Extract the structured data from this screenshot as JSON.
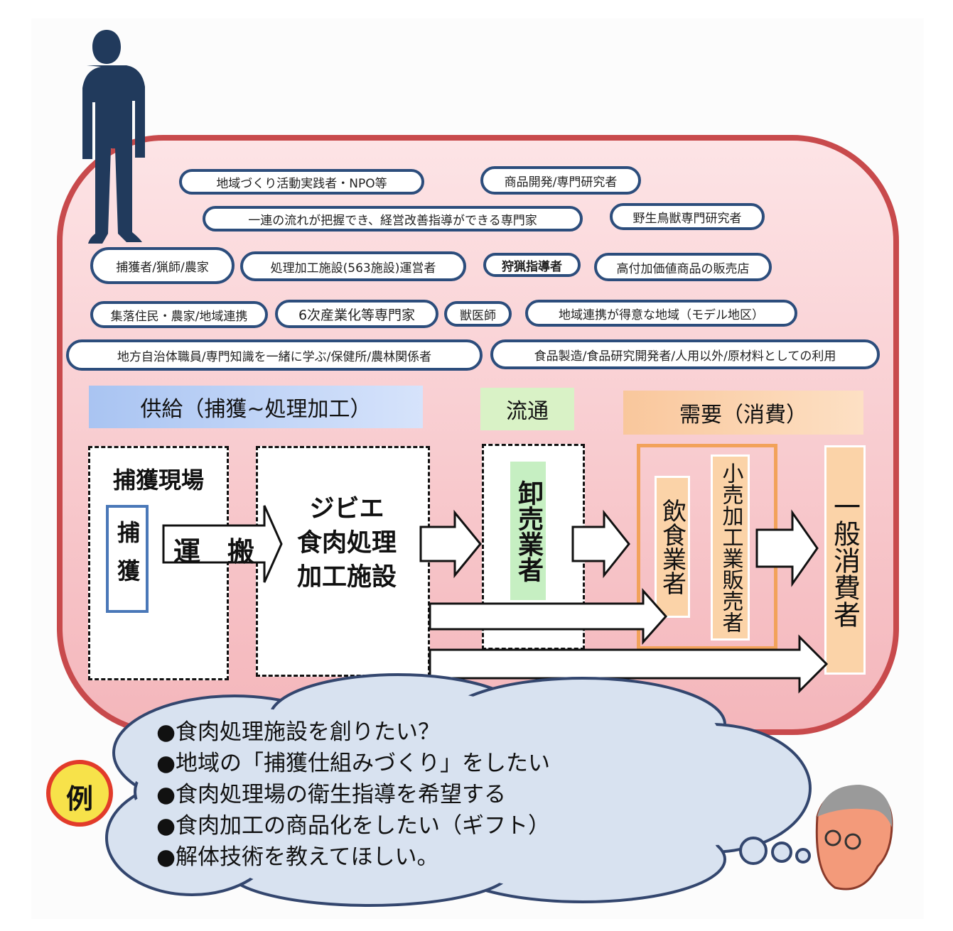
{
  "roles": [
    "地域づくり活動実践者・NPO等",
    "商品開発/専門研究者",
    "一連の流れが把握でき、経営改善指導ができる専門家",
    "野生鳥獣専門研究者",
    "捕獲者/猟師/農家",
    "処理加工施設(563施設)運営者",
    "狩猟指導者",
    "高付加価値商品の販売店",
    "集落住民・農家/地域連携",
    "6次産業化等専門家",
    "獣医師",
    "地域連携が得意な地域（モデル地区）",
    "地方自治体職員/専門知識を一緒に学ぶ/保健所/農林関係者",
    "食品製造/食品研究開発者/人用以外/原材料としての利用"
  ],
  "headers": {
    "supply": "供給（捕獲~処理加工）",
    "distribution": "流通",
    "demand": "需要（消費）"
  },
  "flow": {
    "capture_site": "捕獲現場",
    "capture": "捕獲",
    "transport": "運　搬",
    "processing": [
      "ジビエ",
      "食肉処理",
      "加工施設"
    ],
    "wholesale": "卸売業者",
    "restaurant": "飲食業者",
    "retail": "小売加工業販売者",
    "consumer": "一般消費者"
  },
  "example": {
    "badge": "例",
    "bullets": [
      "●食肉処理施設を創りたい？",
      "●地域の「捕獲仕組みづくり」をしたい",
      "●食肉処理場の衛生指導を希望する",
      "●食肉加工の商品化をしたい（ギフト）",
      "●解体技術を教えてほしい。"
    ]
  },
  "colors": {
    "border": "#c84a4c",
    "pill": "#2c4d7c",
    "person": "#213a5c"
  }
}
